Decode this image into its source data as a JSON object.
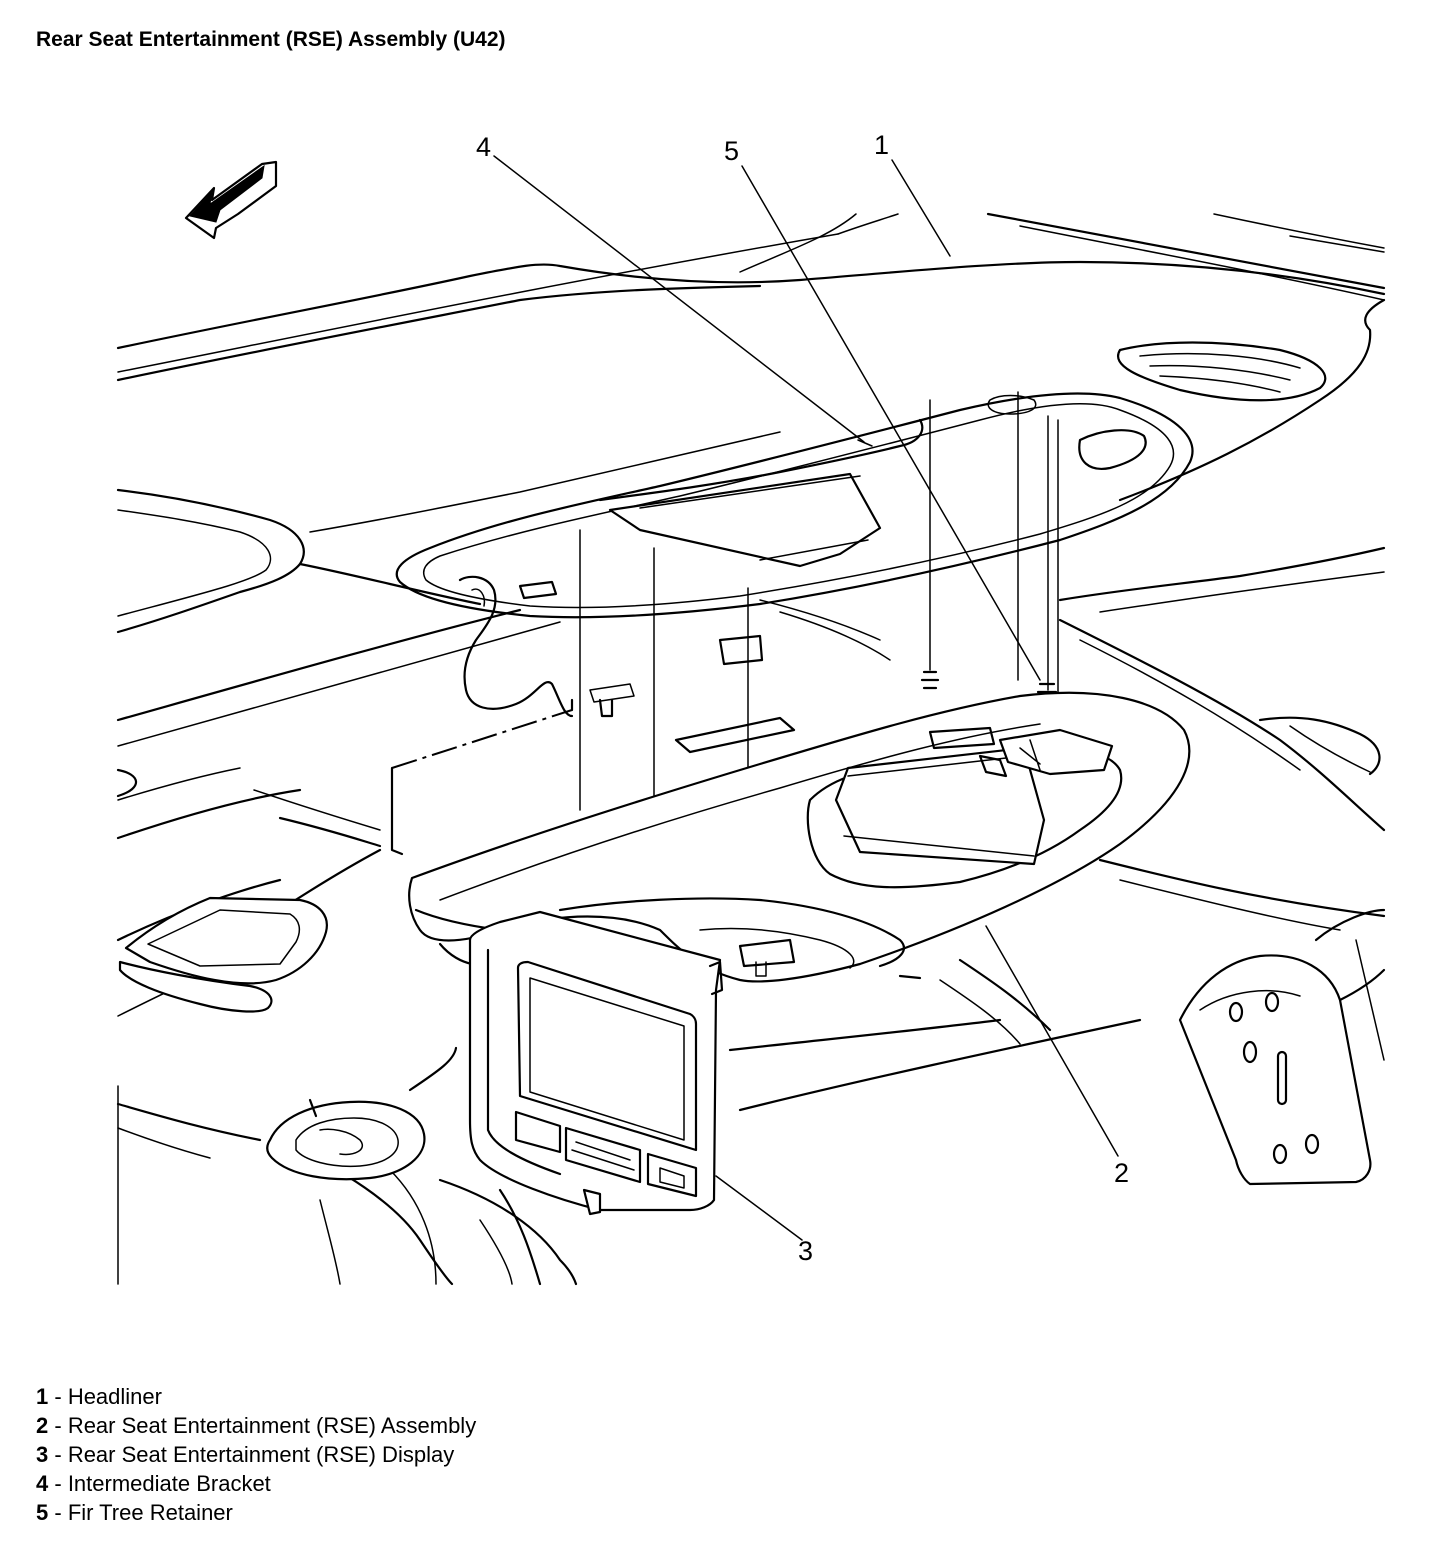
{
  "title": "Rear Seat Entertainment (RSE) Assembly (U42)",
  "callouts": [
    {
      "id": "4",
      "label": "4"
    },
    {
      "id": "5",
      "label": "5"
    },
    {
      "id": "1",
      "label": "1"
    },
    {
      "id": "2",
      "label": "2"
    },
    {
      "id": "3",
      "label": "3"
    }
  ],
  "legend": [
    {
      "num": "1",
      "sep": " - ",
      "text": "Headliner"
    },
    {
      "num": "2",
      "sep": " - ",
      "text": "Rear Seat Entertainment (RSE) Assembly"
    },
    {
      "num": "3",
      "sep": " - ",
      "text": "Rear Seat Entertainment (RSE) Display"
    },
    {
      "num": "4",
      "sep": " - ",
      "text": "Intermediate Bracket"
    },
    {
      "num": "5",
      "sep": " - ",
      "text": "Fir Tree Retainer"
    }
  ],
  "icons": {
    "direction_arrow": "front-direction-arrow-icon"
  }
}
